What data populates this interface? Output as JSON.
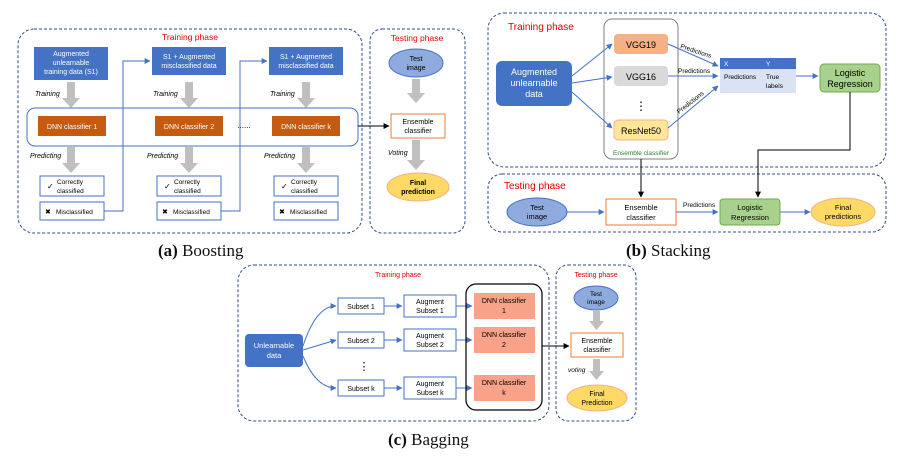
{
  "boosting": {
    "caption_label": "(a)",
    "caption_text": "Boosting",
    "training_phase": "Training phase",
    "testing_phase": "Testing phase",
    "input_line1": "Augmented",
    "input_line2": "unlearnable",
    "input_line3": "training data (S1)",
    "s1_line1": "S1 + Augmented",
    "s1_line2": "misclassified data",
    "training_label": "Training",
    "predicting_label": "Predicting",
    "dnn1": "DNN classifier 1",
    "dnn2": "DNN classifier 2",
    "dnnk": "DNN classifier k",
    "dots": "......",
    "correct_line1": "Correctly",
    "correct_line2": "classified",
    "misclassified": "Misclassified",
    "check_mark": "✓",
    "cross_mark": "✖",
    "test_line1": "Test",
    "test_line2": "image",
    "ensemble_line1": "Ensemble",
    "ensemble_line2": "classifier",
    "voting": "Voting",
    "final_line1": "Final",
    "final_line2": "prediction"
  },
  "stacking": {
    "caption_label": "(b)",
    "caption_text": "Stacking",
    "training_phase": "Training phase",
    "testing_phase": "Testing phase",
    "input_line1": "Augmented",
    "input_line2": "unlearnable",
    "input_line3": "data",
    "vgg19": "VGG19",
    "vgg16": "VGG16",
    "vdots": "⋮",
    "resnet50": "ResNet50",
    "ensemble_label": "Ensemble classifier",
    "predictions": "Predictions",
    "table_x": "X",
    "table_y": "Y",
    "table_predictions": "Predictions",
    "table_true1": "True",
    "table_true2": "labels",
    "logistic_line1": "Logistic",
    "logistic_line2": "Regression",
    "test_line1": "Test",
    "test_line2": "image",
    "ensemble_line1": "Ensemble",
    "ensemble_line2": "classifier",
    "final_line1": "Final",
    "final_line2": "predictions"
  },
  "bagging": {
    "caption_label": "(c)",
    "caption_text": "Bagging",
    "training_phase": "Training phase",
    "testing_phase": "Testing phase",
    "input_line1": "Unlearnable",
    "input_line2": "data",
    "subset1": "Subset 1",
    "subset2": "Subset 2",
    "subsetk": "Subset k",
    "vdots": "⋮",
    "augment": "Augment",
    "aug1": "Subset 1",
    "aug2": "Subset 2",
    "augk": "Subset k",
    "dnn_label": "DNN classifier",
    "dnn1": "1",
    "dnn2": "2",
    "dnnk": "k",
    "test_line1": "Test",
    "test_line2": "image",
    "ensemble_line1": "Ensemble",
    "ensemble_line2": "classifier",
    "voting": "voting",
    "final_line1": "Final",
    "final_line2": "Prediction"
  },
  "colors": {
    "blue_dark": "#4472c4",
    "orange_dark": "#c55a11",
    "orange_light": "#f4b183",
    "salmon": "#f8a28a",
    "green": "#a9d18e",
    "yellow": "#ffd966",
    "gray": "#bfbfbf",
    "ellipse_blue": "#8faadc",
    "phase_red": "#e00000",
    "dashed_border": "#2f4d8a",
    "ensemble_green": "#2e7d32"
  }
}
